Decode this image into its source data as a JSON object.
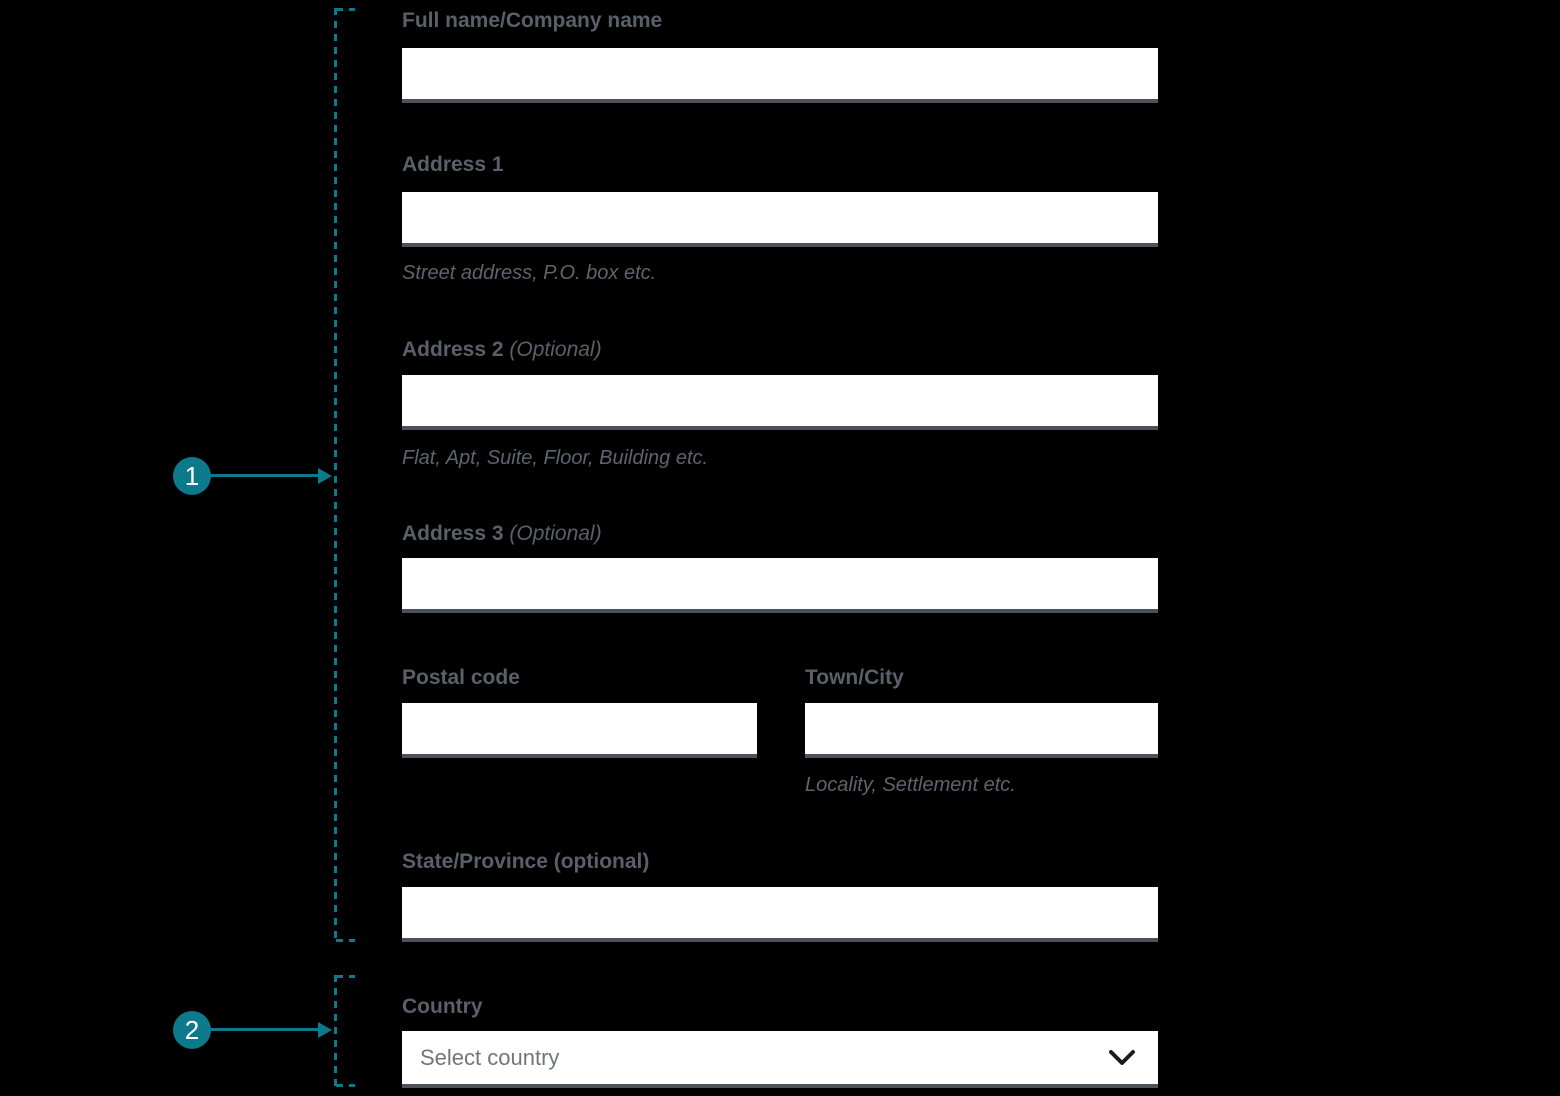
{
  "colors": {
    "background": "#000000",
    "accent_teal": "#0d7a8c",
    "label_gray": "#596069",
    "input_background": "#ffffff",
    "input_border": "#4c525a"
  },
  "annotations": {
    "marker1": {
      "number": "1"
    },
    "marker2": {
      "number": "2"
    }
  },
  "form": {
    "full_name": {
      "label": "Full name/Company name",
      "value": ""
    },
    "address1": {
      "label": "Address 1",
      "hint": "Street address, P.O. box etc.",
      "value": ""
    },
    "address2": {
      "label": "Address 2",
      "optional": "(Optional)",
      "hint": "Flat, Apt, Suite, Floor, Building etc.",
      "value": ""
    },
    "address3": {
      "label": "Address 3",
      "optional": "(Optional)",
      "value": ""
    },
    "postal_code": {
      "label": "Postal code",
      "value": ""
    },
    "town_city": {
      "label": "Town/City",
      "hint": "Locality, Settlement etc.",
      "value": ""
    },
    "state_province": {
      "label": "State/Province (optional)",
      "value": ""
    },
    "country": {
      "label": "Country",
      "placeholder": "Select country"
    }
  }
}
